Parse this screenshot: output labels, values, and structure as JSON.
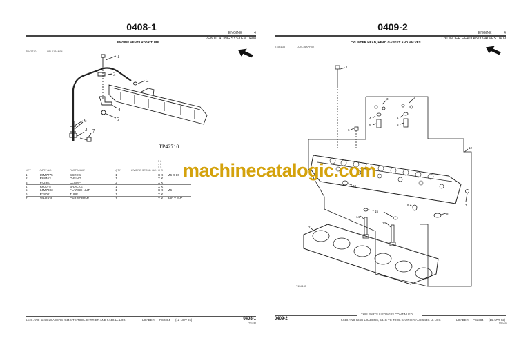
{
  "left_page": {
    "page_number": "0408-1",
    "section_group": "ENGINE",
    "section_group_num": "4",
    "section_title": "VENTILATING SYSTEM 0408",
    "figure_title": "ENGINE VENTILATOR TUBE",
    "figure_id": "TP42710",
    "figure_date": "-UN-01JAN94",
    "diagram_label": "TP42710",
    "callouts": [
      "1",
      "2",
      "3",
      "4",
      "5",
      "6",
      "3",
      "7"
    ],
    "table": {
      "headers": {
        "key": "KEY",
        "part_no": "PART NO.",
        "part_name": "PART NAME",
        "qty": "QTY.",
        "engine_serial": "ENGINE SERIAL NO.",
        "models_stacked": [
          "5 6",
          "4 2",
          "4 4",
          "G G"
        ]
      },
      "rows": [
        {
          "key": "1",
          "part_no": "19M7775",
          "part_name": "SCREW",
          "qty": "1",
          "models": "X X",
          "remarks": "M6 X 16"
        },
        {
          "key": "2",
          "part_no": "R68463",
          "part_name": "O-RING",
          "qty": "1",
          "models": "X X",
          "remarks": ""
        },
        {
          "key": "3",
          "part_no": "P42987",
          "part_name": "CLAMP",
          "qty": "2",
          "models": "X X",
          "remarks": ""
        },
        {
          "key": "4",
          "part_no": "R60075",
          "part_name": "BRACKET",
          "qty": "1",
          "models": "X X",
          "remarks": ""
        },
        {
          "key": "5",
          "part_no": "14M7303",
          "part_name": "FLANGE NUT",
          "qty": "1",
          "models": "X X",
          "remarks": "M6"
        },
        {
          "key": "6",
          "part_no": "R78081",
          "part_name": "TUBE",
          "qty": "1",
          "models": "X X",
          "remarks": ""
        },
        {
          "key": "7",
          "part_no": "19H1936",
          "part_name": "CAP SCREW",
          "qty": "1",
          "models": "X X",
          "remarks": "3/8\" X 3/4\""
        }
      ]
    },
    "footer": {
      "description": "544G AND 624G LOADERS, 544G TC TOOL CARRIER AND 544G LL LOG",
      "type": "LOADER",
      "catalog": "PC2384",
      "date": "(12-NOV-96)",
      "page_number": "0408-1",
      "sub_code": "PN=249"
    }
  },
  "right_page": {
    "page_number": "0409-2",
    "section_group": "ENGINE",
    "section_group_num": "4",
    "section_title": "CYLINDER HEAD AND VALVES 0409",
    "figure_title": "CYLINDER HEAD, HEAD GASKET AND VALVES",
    "figure_id": "T154135",
    "figure_date": "-UN-16APR02",
    "diagram_label": "T154135",
    "callouts": [
      "1",
      "3",
      "4",
      "5",
      "3",
      "4",
      "5",
      "6",
      "12",
      "10",
      "9",
      "7",
      "8",
      "15",
      "14",
      "13",
      "2"
    ],
    "footer": {
      "continued": "THIS PARTS LISTING IS CONTINUED",
      "page_number": "0409-2",
      "description": "544G AND 624G LOADERS, 544G TC TOOL CARRIER AND 544G LL LOG",
      "type": "LOADER",
      "catalog": "PC2384",
      "date": "(16-APR-02)",
      "sub_code": "PN=233"
    }
  },
  "watermark": "machinecatalogic.com",
  "colors": {
    "watermark": "#d4a20c",
    "ink": "#111111",
    "rule": "#444444"
  }
}
